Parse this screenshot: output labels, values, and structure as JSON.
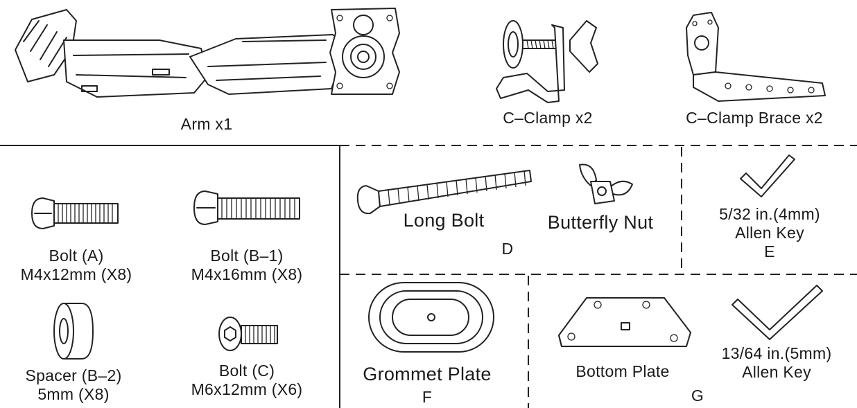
{
  "items": {
    "arm": {
      "label": "Arm x1"
    },
    "c_clamp": {
      "label": "C–Clamp x2"
    },
    "c_clamp_brace": {
      "label": "C–Clamp Brace x2"
    },
    "bolt_a": {
      "line1": "Bolt (A)",
      "line2": "M4x12mm (X8)"
    },
    "bolt_b1": {
      "line1": "Bolt (B–1)",
      "line2": "M4x16mm (X8)"
    },
    "spacer_b2": {
      "line1": "Spacer (B–2)",
      "line2": "5mm (X8)"
    },
    "bolt_c": {
      "line1": "Bolt (C)",
      "line2": "M6x12mm (X6)"
    },
    "long_bolt": {
      "label": "Long Bolt"
    },
    "butterfly_nut": {
      "label": "Butterfly Nut"
    },
    "group_d": {
      "letter": "D"
    },
    "allen_key_e": {
      "size": "5/32 in.(4mm)",
      "name": "Allen Key",
      "letter": "E"
    },
    "grommet_plate": {
      "label": "Grommet Plate",
      "letter": "F"
    },
    "bottom_plate": {
      "label": "Bottom Plate",
      "letter": "G"
    },
    "allen_key_g": {
      "size": "13/64 in.(5mm)",
      "name": "Allen Key"
    }
  },
  "icons": [
    "monitor-arm-icon",
    "c-clamp-icon",
    "c-clamp-brace-icon",
    "bolt-icon",
    "spacer-icon",
    "socket-bolt-icon",
    "long-bolt-icon",
    "butterfly-nut-icon",
    "allen-key-icon",
    "grommet-plate-icon",
    "bottom-plate-icon"
  ],
  "colors": {
    "line": "#222222",
    "background": "#ffffff"
  }
}
